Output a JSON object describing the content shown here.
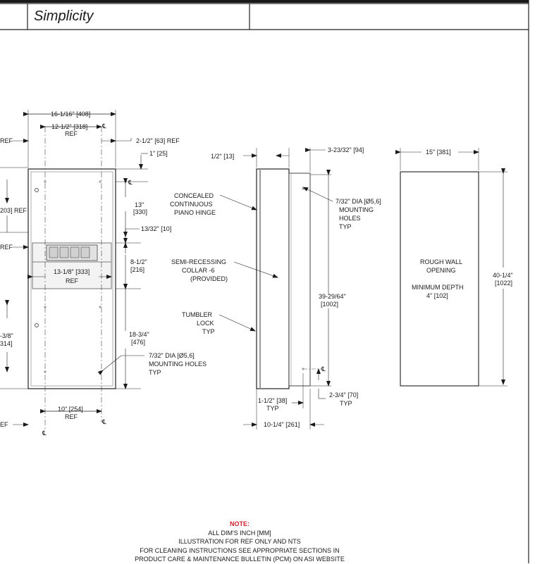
{
  "header": {
    "model_name": "Simplicity"
  },
  "front_view": {
    "overall_width": "16-1/16\" [408]",
    "inner_width": "12-1/2\" [318]",
    "inner_width_ref": "REF",
    "right_offset": "2-1/2\" [63] REF",
    "top_offset": "1\" [25]",
    "upper_height_1": "13\"",
    "upper_height_2": "[330]",
    "shelf_gap": "13/32\" [10]",
    "mid_height_1": "8-1/2\"",
    "mid_height_2": "[216]",
    "dispenser_width": "13-1/8\" [333]",
    "dispenser_ref": "REF",
    "lower_height_1": "18-3/4\"",
    "lower_height_2": "[476]",
    "hole_note_1": "7/32\" DIA [Ø5,6]",
    "hole_note_2": "MOUNTING HOLES",
    "hole_note_3": "TYP",
    "bottom_width": "10\" [254]",
    "bottom_ref": "REF",
    "left_ref_1": "REF",
    "left_dim_2": "203] REF",
    "left_ref_3": "REF",
    "left_dim_4a": "-3/8\"",
    "left_dim_4b": "314]",
    "left_ref_5": "EF",
    "centerline_symbol": "℄"
  },
  "side_view": {
    "flange_depth": "1/2\" [13]",
    "body_depth": "3-23/32\" [94]",
    "hinge_1": "CONCEALED",
    "hinge_2": "CONTINUOUS",
    "hinge_3": "PIANO HINGE",
    "hole_1": "7/32\" DIA [Ø5,6]",
    "hole_2": "MOUNTING",
    "hole_3": "HOLES",
    "hole_4": "TYP",
    "collar_1": "SEMI-RECESSING",
    "collar_2": "COLLAR -6",
    "collar_3": "(PROVIDED)",
    "height_1": "39-29/64\"",
    "height_2": "[1002]",
    "lock_1": "TUMBLER",
    "lock_2": "LOCK",
    "lock_3": "TYP",
    "bottom_off_1": "2-3/4\" [70]",
    "bottom_off_2": "TYP",
    "hole_off_1": "1-1/2\" [38]",
    "hole_off_2": "TYP",
    "total_depth": "10-1/4\" [261]"
  },
  "opening_view": {
    "width": "15\" [381]",
    "label_1": "ROUGH WALL",
    "label_2": "OPENING",
    "label_3": "MINIMUM DEPTH",
    "label_4": "4\" [102]",
    "height_1": "40-1/4\"",
    "height_2": "[1022]"
  },
  "note": {
    "title": "NOTE:",
    "line_1": "ALL DIM'S INCH [MM]",
    "line_2": "ILLUSTRATION FOR REF ONLY AND NTS",
    "line_3": "FOR CLEANING INSTRUCTIONS SEE APPROPRIATE SECTIONS IN",
    "line_4": "PRODUCT CARE & MAINTENANCE BULLETIN (PCM) ON ASI WEBSITE"
  }
}
